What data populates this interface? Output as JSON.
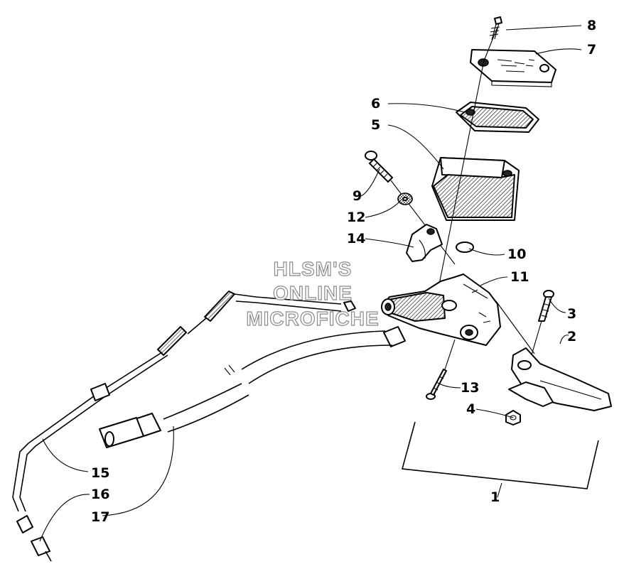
{
  "watermark": {
    "line1": "HLSM'S",
    "line2": "ONLINE",
    "line3": "MICROFICHE"
  },
  "callouts": [
    {
      "id": "8",
      "label": "8"
    },
    {
      "id": "7",
      "label": "7"
    },
    {
      "id": "6",
      "label": "6"
    },
    {
      "id": "5",
      "label": "5"
    },
    {
      "id": "9",
      "label": "9"
    },
    {
      "id": "12",
      "label": "12"
    },
    {
      "id": "14",
      "label": "14"
    },
    {
      "id": "10",
      "label": "10"
    },
    {
      "id": "11",
      "label": "11"
    },
    {
      "id": "3",
      "label": "3"
    },
    {
      "id": "2",
      "label": "2"
    },
    {
      "id": "13",
      "label": "13"
    },
    {
      "id": "4",
      "label": "4"
    },
    {
      "id": "1",
      "label": "1"
    },
    {
      "id": "15",
      "label": "15"
    },
    {
      "id": "16",
      "label": "16"
    },
    {
      "id": "17",
      "label": "17"
    }
  ],
  "colors": {
    "ink": "#000000",
    "paper": "#ffffff",
    "watermark_outline": "#8a8a8a"
  }
}
